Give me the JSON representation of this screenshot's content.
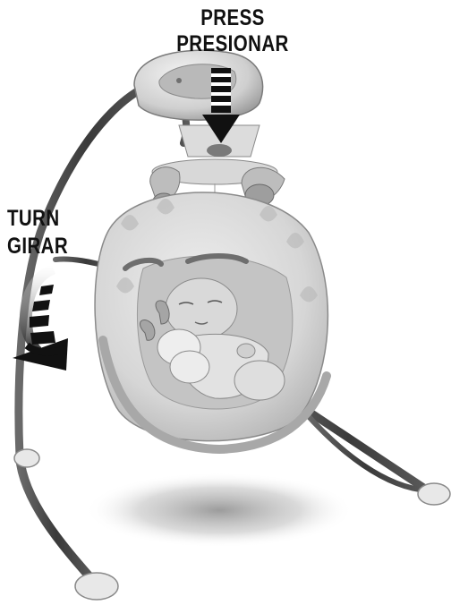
{
  "labels": {
    "press": "PRESS",
    "presionar": "PRESIONAR",
    "turn": "TURN",
    "girar": "GIRAR"
  },
  "colors": {
    "frame": "#4a4a4a",
    "seat_fabric": "#d8d8d8",
    "seat_pad": "#c9c9c9",
    "arrow": "#111111",
    "shadow": "#9a9a9a"
  },
  "icons": {
    "press_arrow": "down-arrow-icon",
    "turn_arrow": "curved-arrow-icon"
  }
}
